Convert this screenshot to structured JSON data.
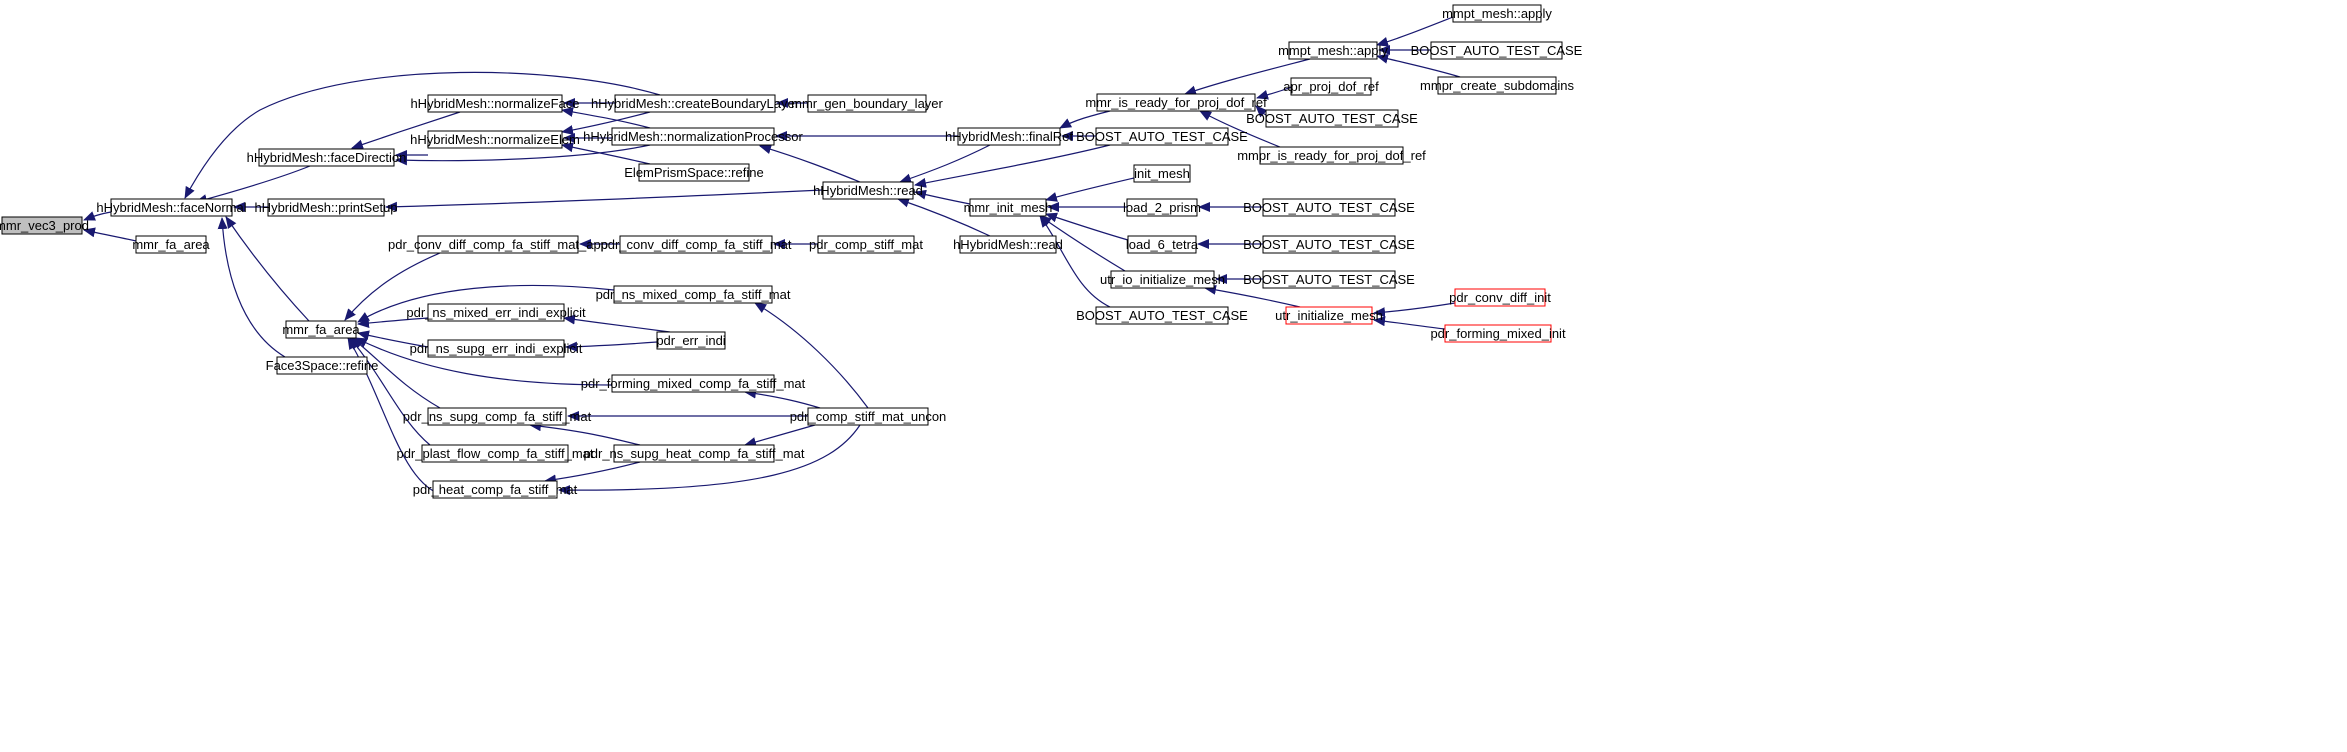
{
  "colors": {
    "edge": "#191970",
    "root_fill": "#bfbfbf",
    "truncated_border": "#ff0000",
    "node_border": "#000000"
  },
  "nodes": [
    {
      "id": "n_mmr_vec3_prod",
      "label": "mmr_vec3_prod",
      "root": true
    },
    {
      "id": "n_hh_faceNormal",
      "label": "hHybridMesh::faceNormal"
    },
    {
      "id": "n_mmr_fa_area_1",
      "label": "mmr_fa_area"
    },
    {
      "id": "n_hh_faceDirection",
      "label": "hHybridMesh::faceDirection"
    },
    {
      "id": "n_hh_printSetup",
      "label": "hHybridMesh::printSetup"
    },
    {
      "id": "n_mmr_fa_area_2",
      "label": "mmr_fa_area"
    },
    {
      "id": "n_face3space_refine",
      "label": "Face3Space::refine"
    },
    {
      "id": "n_hh_normalizeFace",
      "label": "hHybridMesh::normalizeFace"
    },
    {
      "id": "n_hh_normalizeElem",
      "label": "hHybridMesh::normalizeElem"
    },
    {
      "id": "n_hh_createBoundaryLayer",
      "label": "hHybridMesh::createBoundaryLayer"
    },
    {
      "id": "n_hh_normalizationProcessor",
      "label": "hHybridMesh::normalizationProcessor"
    },
    {
      "id": "n_elemprism_refine",
      "label": "ElemPrismSpace::refine"
    },
    {
      "id": "n_mmr_gen_boundary_layer",
      "label": "mmr_gen_boundary_layer"
    },
    {
      "id": "n_hh_read_1",
      "label": "hHybridMesh::read"
    },
    {
      "id": "n_hh_finalRef",
      "label": "hHybridMesh::finalRef"
    },
    {
      "id": "n_boost_1",
      "label": "BOOST_AUTO_TEST_CASE"
    },
    {
      "id": "n_mmr_is_ready",
      "label": "mmr_is_ready_for_proj_dof_ref"
    },
    {
      "id": "n_mmpt_apply_1",
      "label": "mmpt_mesh::apply"
    },
    {
      "id": "n_mmpt_apply_2",
      "label": "mmpt_mesh::apply"
    },
    {
      "id": "n_boost_2",
      "label": "BOOST_AUTO_TEST_CASE"
    },
    {
      "id": "n_mmpr_create_subdomains",
      "label": "mmpr_create_subdomains"
    },
    {
      "id": "n_apr_proj_dof_ref",
      "label": "apr_proj_dof_ref"
    },
    {
      "id": "n_boost_3",
      "label": "BOOST_AUTO_TEST_CASE"
    },
    {
      "id": "n_mmpr_is_ready",
      "label": "mmpr_is_ready_for_proj_dof_ref"
    },
    {
      "id": "n_mmr_init_mesh",
      "label": "mmr_init_mesh"
    },
    {
      "id": "n_hh_read_2",
      "label": "hHybridMesh::read"
    },
    {
      "id": "n_init_mesh",
      "label": "init_mesh"
    },
    {
      "id": "n_load_2_prism",
      "label": "load_2_prism"
    },
    {
      "id": "n_load_6_tetra",
      "label": "load_6_tetra"
    },
    {
      "id": "n_utr_io_initialize_mesh",
      "label": "utr_io_initialize_mesh"
    },
    {
      "id": "n_boost_4",
      "label": "BOOST_AUTO_TEST_CASE"
    },
    {
      "id": "n_boost_5",
      "label": "BOOST_AUTO_TEST_CASE"
    },
    {
      "id": "n_boost_6",
      "label": "BOOST_AUTO_TEST_CASE"
    },
    {
      "id": "n_boost_7",
      "label": "BOOST_AUTO_TEST_CASE"
    },
    {
      "id": "n_boost_8",
      "label": "BOOST_AUTO_TEST_CASE"
    },
    {
      "id": "n_utr_initialize_mesh",
      "label": "utr_initialize_mesh",
      "truncated": true
    },
    {
      "id": "n_pdr_conv_diff_init",
      "label": "pdr_conv_diff_init",
      "truncated": true
    },
    {
      "id": "n_pdr_forming_mixed_init",
      "label": "pdr_forming_mixed_init",
      "truncated": true
    },
    {
      "id": "n_pdr_conv_diff_app",
      "label": "pdr_conv_diff_comp_fa_stiff_mat_app"
    },
    {
      "id": "n_pdr_conv_diff_mat",
      "label": "pdr_conv_diff_comp_fa_stiff_mat"
    },
    {
      "id": "n_pdr_comp_stiff_mat",
      "label": "pdr_comp_stiff_mat"
    },
    {
      "id": "n_pdr_ns_mixed_comp",
      "label": "pdr_ns_mixed_comp_fa_stiff_mat"
    },
    {
      "id": "n_pdr_ns_mixed_err",
      "label": "pdr_ns_mixed_err_indi_explicit"
    },
    {
      "id": "n_pdr_ns_supg_err",
      "label": "pdr_ns_supg_err_indi_explicit"
    },
    {
      "id": "n_pdr_err_indi",
      "label": "pdr_err_indi"
    },
    {
      "id": "n_pdr_forming_mixed_comp",
      "label": "pdr_forming_mixed_comp_fa_stiff_mat"
    },
    {
      "id": "n_pdr_ns_supg_comp",
      "label": "pdr_ns_supg_comp_fa_stiff_mat"
    },
    {
      "id": "n_pdr_comp_stiff_mat_uncon",
      "label": "pdr_comp_stiff_mat_uncon"
    },
    {
      "id": "n_pdr_ns_supg_heat",
      "label": "pdr_ns_supg_heat_comp_fa_stiff_mat"
    },
    {
      "id": "n_pdr_plast_flow",
      "label": "pdr_plast_flow_comp_fa_stiff_mat"
    },
    {
      "id": "n_pdr_heat_comp",
      "label": "pdr_heat_comp_fa_stiff_mat"
    }
  ],
  "edges": [
    [
      "n_hh_faceNormal",
      "n_mmr_vec3_prod"
    ],
    [
      "n_mmr_fa_area_1",
      "n_mmr_vec3_prod"
    ],
    [
      "n_hh_faceDirection",
      "n_hh_faceNormal"
    ],
    [
      "n_hh_printSetup",
      "n_hh_faceNormal"
    ],
    [
      "n_mmr_fa_area_2",
      "n_hh_faceNormal"
    ],
    [
      "n_face3space_refine",
      "n_hh_faceNormal"
    ],
    [
      "n_hh_createBoundaryLayer",
      "n_hh_faceNormal"
    ],
    [
      "n_hh_normalizeFace",
      "n_hh_faceDirection"
    ],
    [
      "n_hh_normalizeElem",
      "n_hh_faceDirection"
    ],
    [
      "n_hh_normalizationProcessor",
      "n_hh_faceDirection"
    ],
    [
      "n_hh_createBoundaryLayer",
      "n_hh_normalizeFace"
    ],
    [
      "n_hh_normalizationProcessor",
      "n_hh_normalizeFace"
    ],
    [
      "n_hh_createBoundaryLayer",
      "n_hh_normalizeElem"
    ],
    [
      "n_hh_normalizationProcessor",
      "n_hh_normalizeElem"
    ],
    [
      "n_elemprism_refine",
      "n_hh_normalizeElem"
    ],
    [
      "n_mmr_gen_boundary_layer",
      "n_hh_createBoundaryLayer"
    ],
    [
      "n_hh_finalRef",
      "n_hh_normalizationProcessor"
    ],
    [
      "n_hh_read_1",
      "n_hh_normalizationProcessor"
    ],
    [
      "n_hh_read_1",
      "n_hh_printSetup"
    ],
    [
      "n_hh_finalRef",
      "n_hh_read_1"
    ],
    [
      "n_boost_1",
      "n_hh_read_1"
    ],
    [
      "n_mmr_init_mesh",
      "n_hh_read_1"
    ],
    [
      "n_hh_read_2",
      "n_hh_read_1"
    ],
    [
      "n_mmr_is_ready",
      "n_hh_finalRef"
    ],
    [
      "n_boost_1",
      "n_hh_finalRef"
    ],
    [
      "n_mmpt_apply_1",
      "n_mmr_is_ready"
    ],
    [
      "n_apr_proj_dof_ref",
      "n_mmr_is_ready"
    ],
    [
      "n_boost_3",
      "n_mmr_is_ready"
    ],
    [
      "n_mmpr_is_ready",
      "n_mmr_is_ready"
    ],
    [
      "n_mmpt_apply_2",
      "n_mmpt_apply_1"
    ],
    [
      "n_boost_2",
      "n_mmpt_apply_1"
    ],
    [
      "n_mmpr_create_subdomains",
      "n_mmpt_apply_1"
    ],
    [
      "n_init_mesh",
      "n_mmr_init_mesh"
    ],
    [
      "n_load_2_prism",
      "n_mmr_init_mesh"
    ],
    [
      "n_load_6_tetra",
      "n_mmr_init_mesh"
    ],
    [
      "n_utr_io_initialize_mesh",
      "n_mmr_init_mesh"
    ],
    [
      "n_boost_8",
      "n_mmr_init_mesh"
    ],
    [
      "n_boost_4",
      "n_load_2_prism"
    ],
    [
      "n_boost_5",
      "n_load_6_tetra"
    ],
    [
      "n_boost_6",
      "n_utr_io_initialize_mesh"
    ],
    [
      "n_utr_initialize_mesh",
      "n_utr_io_initialize_mesh"
    ],
    [
      "n_pdr_conv_diff_init",
      "n_utr_initialize_mesh"
    ],
    [
      "n_pdr_forming_mixed_init",
      "n_utr_initialize_mesh"
    ],
    [
      "n_pdr_conv_diff_app",
      "n_mmr_fa_area_2"
    ],
    [
      "n_pdr_ns_mixed_comp",
      "n_mmr_fa_area_2"
    ],
    [
      "n_pdr_ns_mixed_err",
      "n_mmr_fa_area_2"
    ],
    [
      "n_pdr_ns_supg_err",
      "n_mmr_fa_area_2"
    ],
    [
      "n_pdr_forming_mixed_comp",
      "n_mmr_fa_area_2"
    ],
    [
      "n_pdr_ns_supg_comp",
      "n_mmr_fa_area_2"
    ],
    [
      "n_pdr_plast_flow",
      "n_mmr_fa_area_2"
    ],
    [
      "n_pdr_heat_comp",
      "n_mmr_fa_area_2"
    ],
    [
      "n_pdr_conv_diff_mat",
      "n_pdr_conv_diff_app"
    ],
    [
      "n_pdr_comp_stiff_mat",
      "n_pdr_conv_diff_mat"
    ],
    [
      "n_pdr_comp_stiff_mat_uncon",
      "n_pdr_ns_mixed_comp"
    ],
    [
      "n_pdr_err_indi",
      "n_pdr_ns_mixed_err"
    ],
    [
      "n_pdr_err_indi",
      "n_pdr_ns_supg_err"
    ],
    [
      "n_pdr_comp_stiff_mat_uncon",
      "n_pdr_forming_mixed_comp"
    ],
    [
      "n_pdr_comp_stiff_mat_uncon",
      "n_pdr_ns_supg_comp"
    ],
    [
      "n_pdr_ns_supg_heat",
      "n_pdr_ns_supg_comp"
    ],
    [
      "n_pdr_comp_stiff_mat_uncon",
      "n_pdr_ns_supg_heat"
    ],
    [
      "n_pdr_ns_supg_heat",
      "n_pdr_heat_comp"
    ],
    [
      "n_pdr_comp_stiff_mat_uncon",
      "n_pdr_heat_comp"
    ]
  ]
}
